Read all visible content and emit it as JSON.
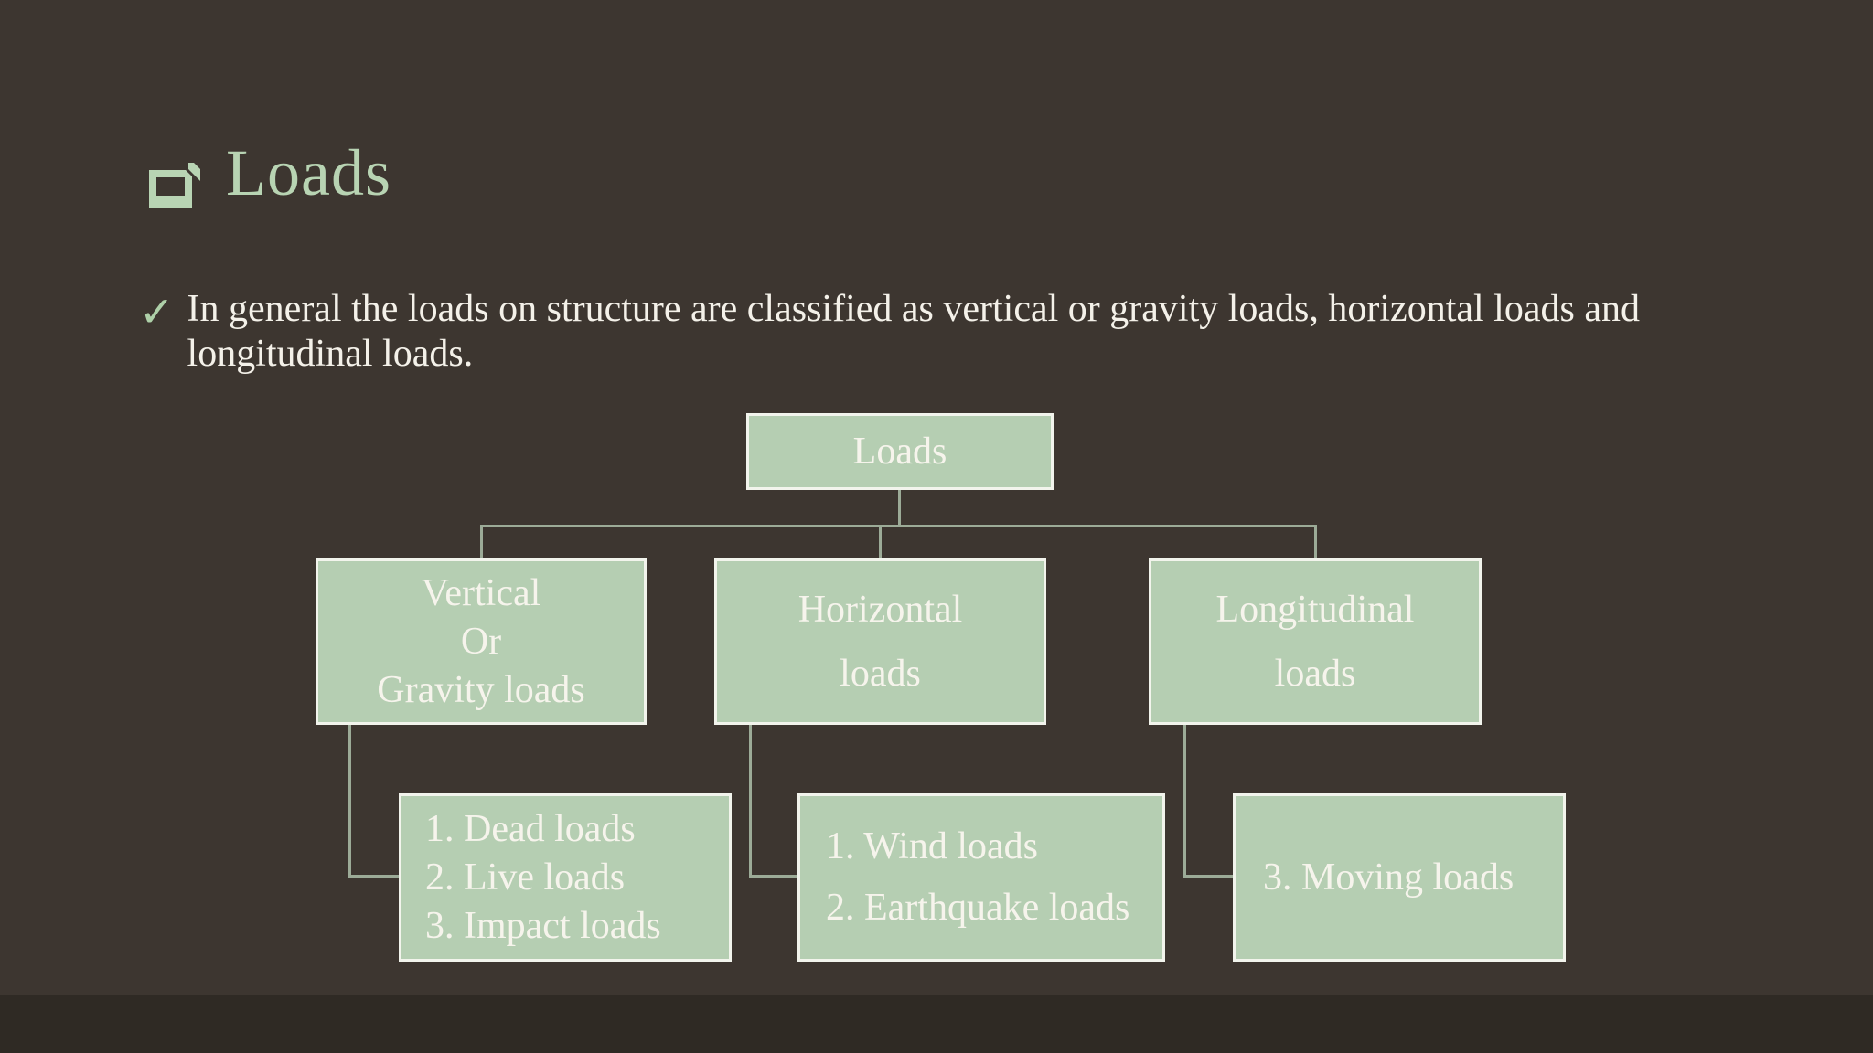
{
  "slide": {
    "title": {
      "text": "Loads"
    },
    "bullet": {
      "marker": "✓",
      "lines": [
        "In general the loads on structure are classified as vertical or gravity loads, horizontal loads and",
        "longitudinal loads."
      ],
      "full_text": "In general the loads on structure are classified as vertical or gravity loads, horizontal loads and longitudinal loads."
    },
    "icons": {
      "title_bullet": "hollow-square-3d-bullet",
      "list_bullet": "checkmark"
    },
    "colors": {
      "background": "#3d3630",
      "footer_band": "#2f2a24",
      "box_fill": "#b5ceb2",
      "box_border": "#f2f4ec",
      "box_text": "#f6f4ec",
      "title_text": "#b8d4b3",
      "body_text": "#f4f1e9",
      "connector": "#9cab97"
    },
    "diagram": {
      "root": {
        "label": "Loads"
      },
      "level2": [
        {
          "lines": [
            "Vertical",
            "Or",
            "Gravity loads"
          ]
        },
        {
          "lines": [
            "Horizontal",
            "loads"
          ]
        },
        {
          "lines": [
            "Longitudinal",
            "loads"
          ]
        }
      ],
      "level3": [
        {
          "lines": [
            "1. Dead loads",
            "2. Live loads",
            "3. Impact loads"
          ]
        },
        {
          "lines": [
            "1. Wind loads",
            "2. Earthquake loads"
          ]
        },
        {
          "lines": [
            "3. Moving loads"
          ]
        }
      ]
    }
  }
}
